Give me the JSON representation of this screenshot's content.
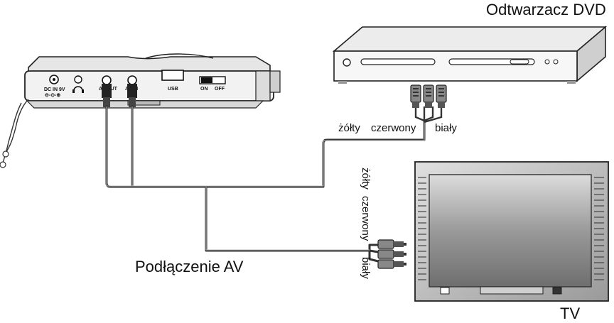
{
  "labels": {
    "dvd_player": "Odtwarzacz DVD",
    "tv": "TV",
    "connection": "Podłączenie AV",
    "top_cable": {
      "yellow": "żółty",
      "red": "czerwony",
      "white": "biały"
    },
    "side_cable": {
      "yellow": "żółty",
      "red": "czerwony",
      "white": "biały"
    }
  },
  "portable_player_ports": {
    "dc_in": "DC IN 9V",
    "av_out": "AV OUT",
    "av_in": "AV IN",
    "usb": "USB",
    "on": "ON",
    "off": "OFF"
  }
}
